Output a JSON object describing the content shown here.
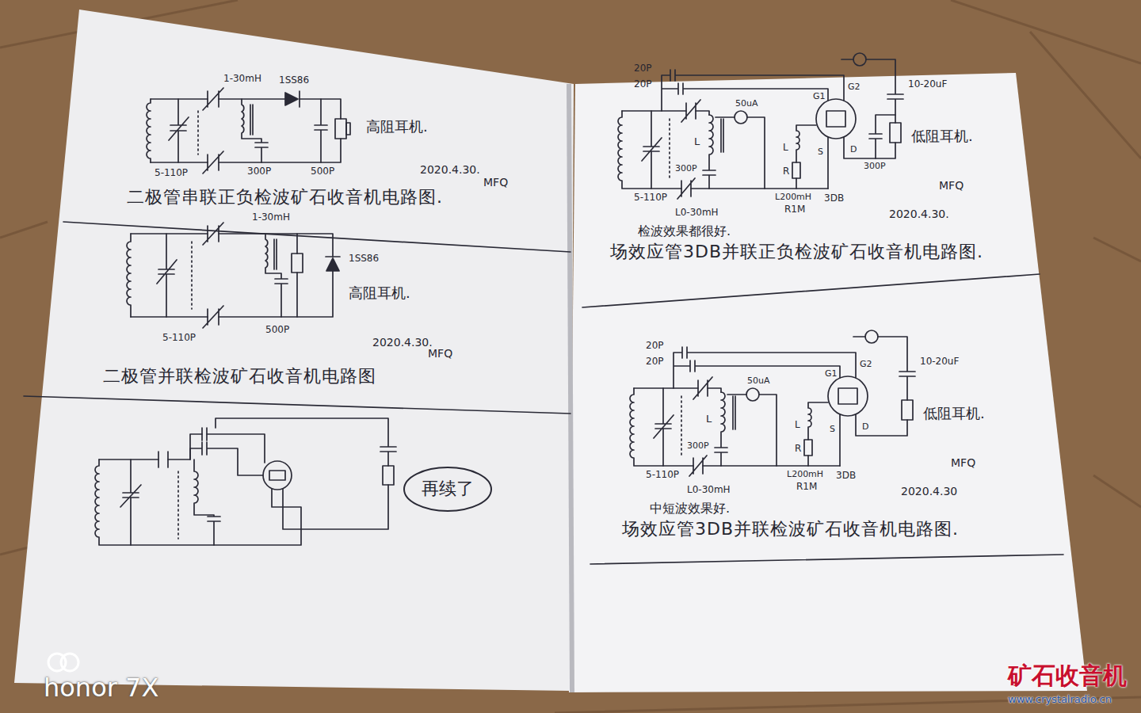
{
  "diagram": {
    "nodes": [
      {
        "text": [
          "再续了"
        ]
      }
    ],
    "labels": [
      "1-30mH",
      "1SS86",
      "高阻耳机.",
      "5-110P",
      "300P",
      "500P",
      "2020.4.30.",
      "MFQ",
      "二极管串联正负检波矿石收音机电路图.",
      "1-30mH",
      "1SS86",
      "高阻耳机.",
      "5-110P",
      "500P",
      "2020.4.30.",
      "MFQ",
      "二极管并联检波矿石收音机电路图",
      "20P",
      "20P",
      "50uA",
      "10-20uF",
      "G1",
      "G2",
      "S",
      "D",
      "L",
      "R",
      "L",
      "300P",
      "低阻耳机.",
      "300P",
      "L200mH",
      "R1M",
      "3DB",
      "5-110P",
      "L0-30mH",
      "MFQ",
      "2020.4.30.",
      "检波效果都很好.",
      "场效应管3DB并联正负检波矿石收音机电路图.",
      "20P",
      "20P",
      "50uA",
      "10-20uF",
      "G1",
      "G2",
      "S",
      "D",
      "L",
      "R",
      "L",
      "低阻耳机.",
      "300P",
      "L200mH",
      "R1M",
      "3DB",
      "5-110P",
      "L0-30mH",
      "MFQ",
      "2020.4.30",
      "中短波效果好.",
      "场效应管3DB并联检波矿石收音机电路图.",
      "honor 7X",
      "矿石收音机",
      "www.crystalradio.cn"
    ]
  }
}
